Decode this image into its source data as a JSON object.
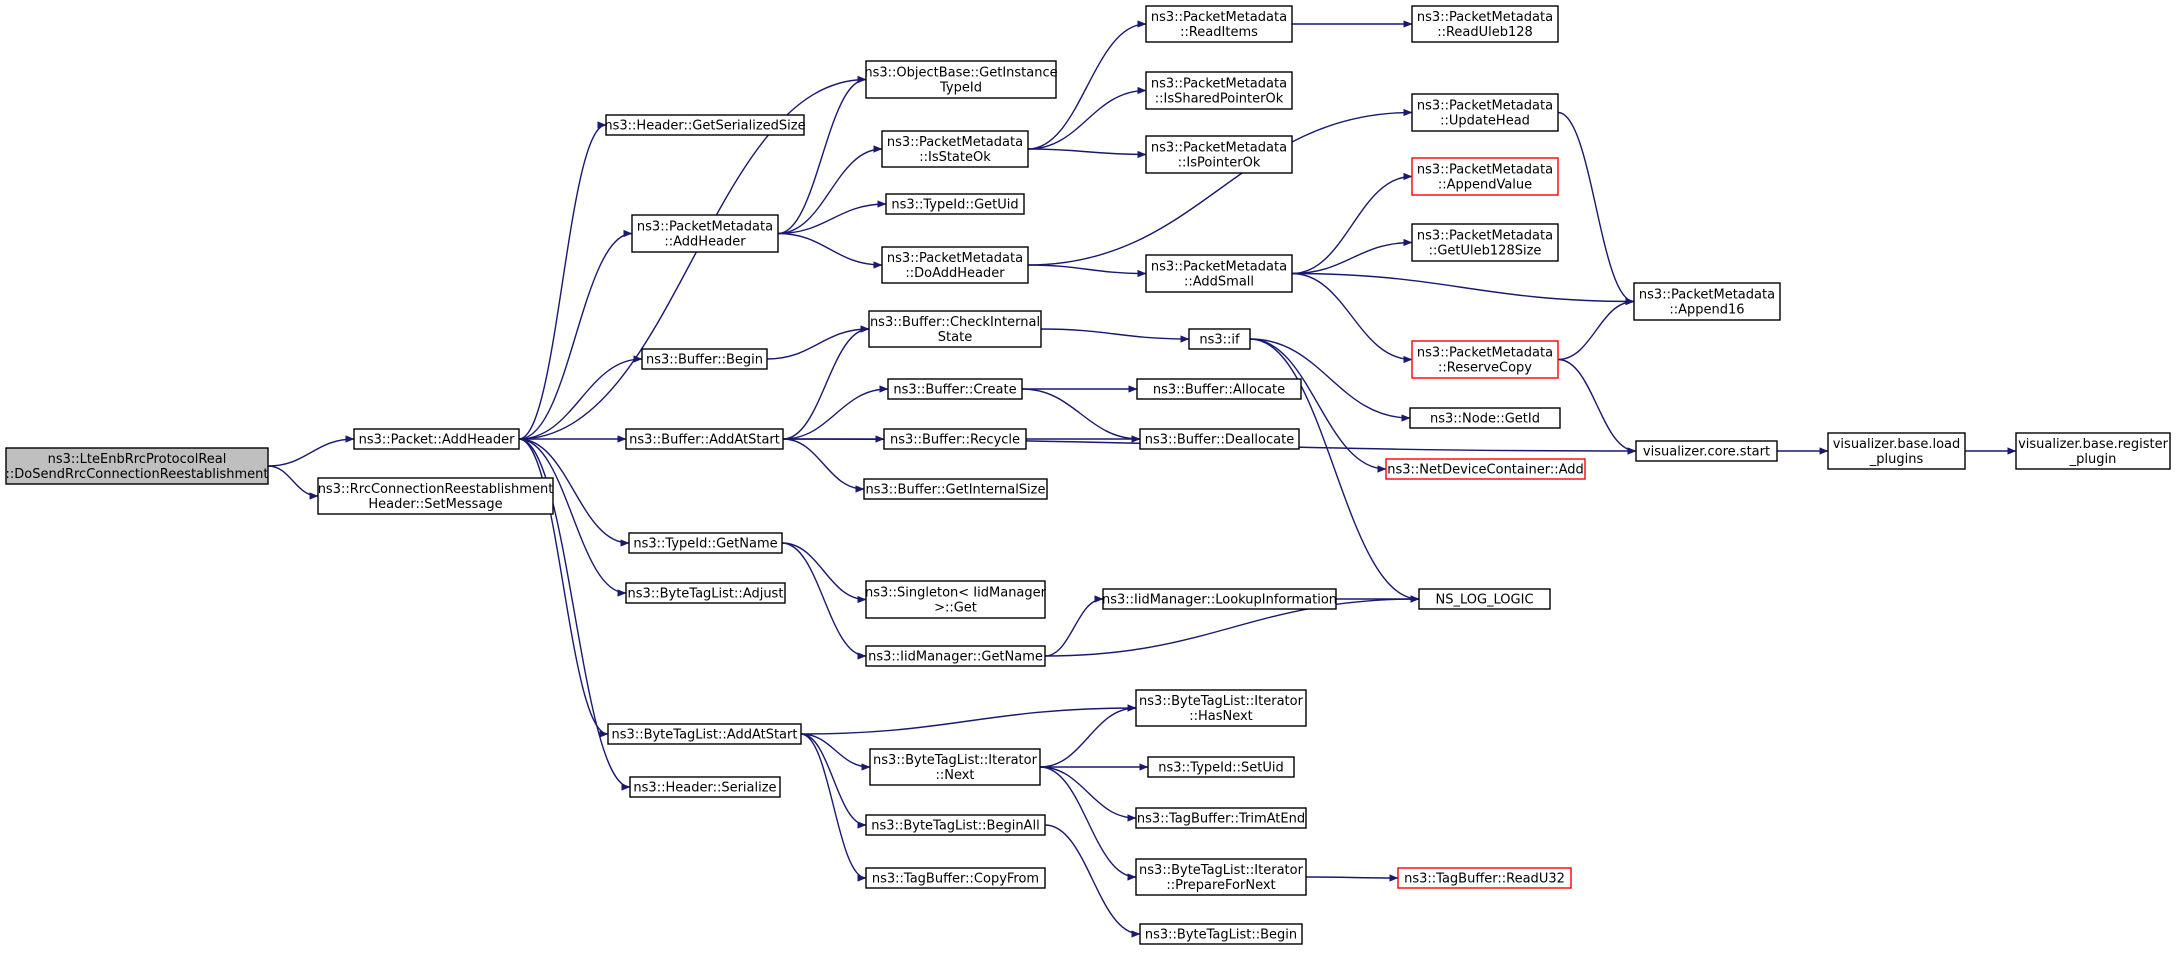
{
  "colors": {
    "edge": "#191970",
    "border": "#000000",
    "border_truncated": "#ff0000",
    "fill": "#ffffff",
    "fill_root": "#bfbfbf"
  },
  "nodes": [
    {
      "id": "root",
      "lines": [
        "ns3::LteEnbRrcProtocolReal",
        "::DoSendRrcConnectionReestablishment"
      ],
      "style": "root"
    },
    {
      "id": "packet_addheader",
      "lines": [
        "ns3::Packet::AddHeader"
      ],
      "style": "normal"
    },
    {
      "id": "rrc_setmessage",
      "lines": [
        "ns3::RrcConnectionReestablishment",
        "Header::SetMessage"
      ],
      "style": "normal"
    },
    {
      "id": "header_getserializedsize",
      "lines": [
        "ns3::Header::GetSerializedSize"
      ],
      "style": "normal"
    },
    {
      "id": "objectbase_getinstancetypeid",
      "lines": [
        "ns3::ObjectBase::GetInstance",
        "TypeId"
      ],
      "style": "normal"
    },
    {
      "id": "pm_addheader",
      "lines": [
        "ns3::PacketMetadata",
        "::AddHeader"
      ],
      "style": "normal"
    },
    {
      "id": "buffer_begin",
      "lines": [
        "ns3::Buffer::Begin"
      ],
      "style": "normal"
    },
    {
      "id": "buffer_addatstart",
      "lines": [
        "ns3::Buffer::AddAtStart"
      ],
      "style": "normal"
    },
    {
      "id": "typeid_getname",
      "lines": [
        "ns3::TypeId::GetName"
      ],
      "style": "normal"
    },
    {
      "id": "btl_adjust",
      "lines": [
        "ns3::ByteTagList::Adjust"
      ],
      "style": "normal"
    },
    {
      "id": "btl_addatstart",
      "lines": [
        "ns3::ByteTagList::AddAtStart"
      ],
      "style": "normal"
    },
    {
      "id": "header_serialize",
      "lines": [
        "ns3::Header::Serialize"
      ],
      "style": "normal"
    },
    {
      "id": "pm_isstateok",
      "lines": [
        "ns3::PacketMetadata",
        "::IsStateOk"
      ],
      "style": "normal"
    },
    {
      "id": "typeid_getuid",
      "lines": [
        "ns3::TypeId::GetUid"
      ],
      "style": "normal"
    },
    {
      "id": "pm_doaddheader",
      "lines": [
        "ns3::PacketMetadata",
        "::DoAddHeader"
      ],
      "style": "normal"
    },
    {
      "id": "buffer_checkinternalstate",
      "lines": [
        "ns3::Buffer::CheckInternal",
        "State"
      ],
      "style": "normal"
    },
    {
      "id": "buffer_create",
      "lines": [
        "ns3::Buffer::Create"
      ],
      "style": "normal"
    },
    {
      "id": "buffer_recycle",
      "lines": [
        "ns3::Buffer::Recycle"
      ],
      "style": "normal"
    },
    {
      "id": "buffer_getinternalsize",
      "lines": [
        "ns3::Buffer::GetInternalSize"
      ],
      "style": "normal"
    },
    {
      "id": "singleton_get",
      "lines": [
        "ns3::Singleton< IidManager",
        " >::Get"
      ],
      "style": "normal"
    },
    {
      "id": "iidmanager_getname",
      "lines": [
        "ns3::IidManager::GetName"
      ],
      "style": "normal"
    },
    {
      "id": "btli_next",
      "lines": [
        "ns3::ByteTagList::Iterator",
        "::Next"
      ],
      "style": "normal"
    },
    {
      "id": "btl_beginall",
      "lines": [
        "ns3::ByteTagList::BeginAll"
      ],
      "style": "normal"
    },
    {
      "id": "tagbuffer_copyfrom",
      "lines": [
        "ns3::TagBuffer::CopyFrom"
      ],
      "style": "normal"
    },
    {
      "id": "pm_readitems",
      "lines": [
        "ns3::PacketMetadata",
        "::ReadItems"
      ],
      "style": "normal"
    },
    {
      "id": "pm_issharedpointerok",
      "lines": [
        "ns3::PacketMetadata",
        "::IsSharedPointerOk"
      ],
      "style": "normal"
    },
    {
      "id": "pm_ispointerok",
      "lines": [
        "ns3::PacketMetadata",
        "::IsPointerOk"
      ],
      "style": "normal"
    },
    {
      "id": "pm_addsmall",
      "lines": [
        "ns3::PacketMetadata",
        "::AddSmall"
      ],
      "style": "normal"
    },
    {
      "id": "ns3_if",
      "lines": [
        "ns3::if"
      ],
      "style": "normal"
    },
    {
      "id": "buffer_allocate",
      "lines": [
        "ns3::Buffer::Allocate"
      ],
      "style": "normal"
    },
    {
      "id": "buffer_deallocate",
      "lines": [
        "ns3::Buffer::Deallocate"
      ],
      "style": "normal"
    },
    {
      "id": "iidmanager_lookupinformation",
      "lines": [
        "ns3::IidManager::LookupInformation"
      ],
      "style": "normal"
    },
    {
      "id": "btli_hasnext",
      "lines": [
        "ns3::ByteTagList::Iterator",
        "::HasNext"
      ],
      "style": "normal"
    },
    {
      "id": "typeid_setuid",
      "lines": [
        "ns3::TypeId::SetUid"
      ],
      "style": "normal"
    },
    {
      "id": "tagbuffer_trimatend",
      "lines": [
        "ns3::TagBuffer::TrimAtEnd"
      ],
      "style": "normal"
    },
    {
      "id": "btli_preparefornext",
      "lines": [
        "ns3::ByteTagList::Iterator",
        "::PrepareForNext"
      ],
      "style": "normal"
    },
    {
      "id": "btl_begin",
      "lines": [
        "ns3::ByteTagList::Begin"
      ],
      "style": "normal"
    },
    {
      "id": "pm_readuleb128",
      "lines": [
        "ns3::PacketMetadata",
        "::ReadUleb128"
      ],
      "style": "normal"
    },
    {
      "id": "pm_updatehead",
      "lines": [
        "ns3::PacketMetadata",
        "::UpdateHead"
      ],
      "style": "normal"
    },
    {
      "id": "pm_appendvalue",
      "lines": [
        "ns3::PacketMetadata",
        "::AppendValue"
      ],
      "style": "truncated"
    },
    {
      "id": "pm_getuleb128size",
      "lines": [
        "ns3::PacketMetadata",
        "::GetUleb128Size"
      ],
      "style": "normal"
    },
    {
      "id": "pm_reservecopy",
      "lines": [
        "ns3::PacketMetadata",
        "::ReserveCopy"
      ],
      "style": "truncated"
    },
    {
      "id": "node_getid",
      "lines": [
        "ns3::Node::GetId"
      ],
      "style": "normal"
    },
    {
      "id": "ndc_add",
      "lines": [
        "ns3::NetDeviceContainer::Add"
      ],
      "style": "truncated"
    },
    {
      "id": "ns_log_logic",
      "lines": [
        "NS_LOG_LOGIC"
      ],
      "style": "normal"
    },
    {
      "id": "tagbuffer_readu32",
      "lines": [
        "ns3::TagBuffer::ReadU32"
      ],
      "style": "truncated"
    },
    {
      "id": "pm_append16",
      "lines": [
        "ns3::PacketMetadata",
        "::Append16"
      ],
      "style": "normal"
    },
    {
      "id": "vis_core_start",
      "lines": [
        "visualizer.core.start"
      ],
      "style": "normal"
    },
    {
      "id": "vis_load_plugins",
      "lines": [
        "visualizer.base.load",
        "_plugins"
      ],
      "style": "normal"
    },
    {
      "id": "vis_register_plugin",
      "lines": [
        "visualizer.base.register",
        "_plugin"
      ],
      "style": "normal"
    }
  ],
  "edges": [
    [
      "root",
      "packet_addheader"
    ],
    [
      "root",
      "rrc_setmessage"
    ],
    [
      "packet_addheader",
      "header_getserializedsize"
    ],
    [
      "packet_addheader",
      "objectbase_getinstancetypeid"
    ],
    [
      "packet_addheader",
      "pm_addheader"
    ],
    [
      "packet_addheader",
      "buffer_begin"
    ],
    [
      "packet_addheader",
      "buffer_addatstart"
    ],
    [
      "packet_addheader",
      "typeid_getname"
    ],
    [
      "packet_addheader",
      "btl_adjust"
    ],
    [
      "packet_addheader",
      "btl_addatstart"
    ],
    [
      "packet_addheader",
      "header_serialize"
    ],
    [
      "pm_addheader",
      "objectbase_getinstancetypeid"
    ],
    [
      "pm_addheader",
      "pm_isstateok"
    ],
    [
      "pm_addheader",
      "typeid_getuid"
    ],
    [
      "pm_addheader",
      "pm_doaddheader"
    ],
    [
      "pm_isstateok",
      "pm_readitems"
    ],
    [
      "pm_isstateok",
      "pm_issharedpointerok"
    ],
    [
      "pm_isstateok",
      "pm_ispointerok"
    ],
    [
      "pm_readitems",
      "pm_readuleb128"
    ],
    [
      "pm_doaddheader",
      "pm_updatehead"
    ],
    [
      "pm_doaddheader",
      "pm_addsmall"
    ],
    [
      "pm_addsmall",
      "pm_appendvalue"
    ],
    [
      "pm_addsmall",
      "pm_getuleb128size"
    ],
    [
      "pm_addsmall",
      "pm_append16"
    ],
    [
      "pm_addsmall",
      "pm_reservecopy"
    ],
    [
      "pm_updatehead",
      "pm_append16"
    ],
    [
      "pm_reservecopy",
      "pm_append16"
    ],
    [
      "pm_reservecopy",
      "vis_core_start"
    ],
    [
      "buffer_begin",
      "buffer_checkinternalstate"
    ],
    [
      "buffer_addatstart",
      "buffer_checkinternalstate"
    ],
    [
      "buffer_addatstart",
      "buffer_create"
    ],
    [
      "buffer_addatstart",
      "buffer_recycle"
    ],
    [
      "buffer_addatstart",
      "buffer_getinternalsize"
    ],
    [
      "buffer_addatstart",
      "vis_core_start"
    ],
    [
      "buffer_checkinternalstate",
      "ns3_if"
    ],
    [
      "ns3_if",
      "node_getid"
    ],
    [
      "ns3_if",
      "ndc_add"
    ],
    [
      "ns3_if",
      "ns_log_logic"
    ],
    [
      "buffer_create",
      "buffer_allocate"
    ],
    [
      "buffer_create",
      "buffer_deallocate"
    ],
    [
      "buffer_recycle",
      "buffer_deallocate"
    ],
    [
      "vis_core_start",
      "vis_load_plugins"
    ],
    [
      "vis_load_plugins",
      "vis_register_plugin"
    ],
    [
      "typeid_getname",
      "singleton_get"
    ],
    [
      "typeid_getname",
      "iidmanager_getname"
    ],
    [
      "iidmanager_getname",
      "iidmanager_lookupinformation"
    ],
    [
      "iidmanager_getname",
      "ns_log_logic"
    ],
    [
      "iidmanager_lookupinformation",
      "ns_log_logic"
    ],
    [
      "btl_addatstart",
      "btli_hasnext"
    ],
    [
      "btl_addatstart",
      "btli_next"
    ],
    [
      "btl_addatstart",
      "btl_beginall"
    ],
    [
      "btl_addatstart",
      "tagbuffer_copyfrom"
    ],
    [
      "btli_next",
      "btli_hasnext"
    ],
    [
      "btli_next",
      "typeid_setuid"
    ],
    [
      "btli_next",
      "tagbuffer_trimatend"
    ],
    [
      "btli_next",
      "btli_preparefornext"
    ],
    [
      "btl_beginall",
      "btl_begin"
    ],
    [
      "btli_preparefornext",
      "tagbuffer_readu32"
    ]
  ]
}
